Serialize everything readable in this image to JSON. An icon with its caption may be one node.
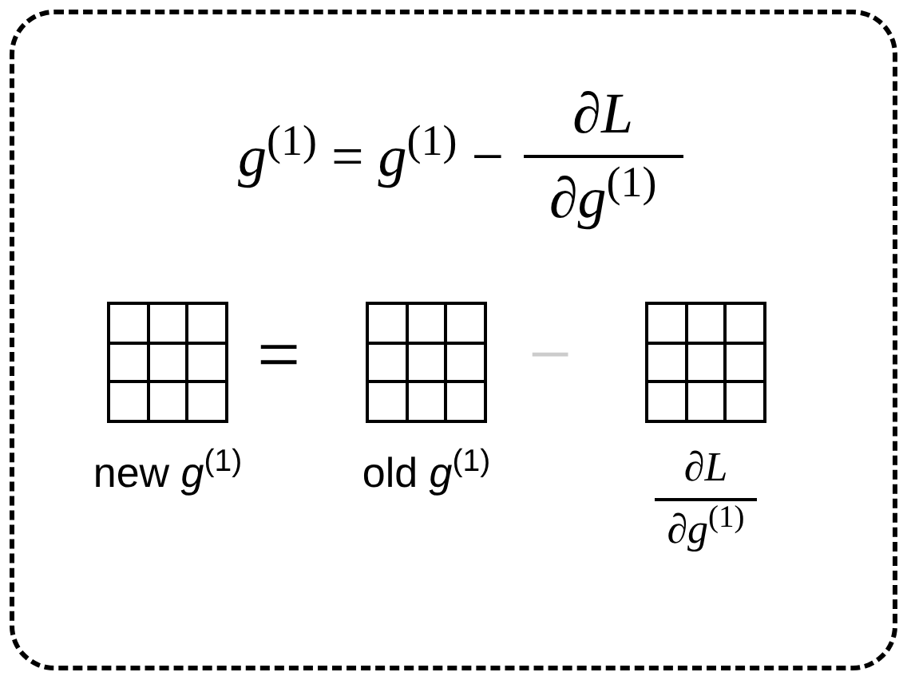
{
  "diagram": {
    "nodes": [
      {
        "text": [
          "*g*$^{(1)}$ = *g*$^{(1)}$ −",
          "∂*L*",
          "∂*g*$^{(1)}$"
        ]
      },
      {
        "text": [],
        "shape": "box",
        "in": 0,
        "beside": [
          "new *g*$^{(1)}$"
        ]
      },
      {
        "text": [],
        "shape": "box",
        "in": 0,
        "beside": [
          "old *g*$^{(1)}$"
        ]
      },
      {
        "text": [],
        "shape": "box",
        "in": 0,
        "beside": [
          "∂*L*",
          "∂*g*$^{(1)}$"
        ]
      }
    ],
    "labels": [
      "=",
      "−"
    ]
  }
}
